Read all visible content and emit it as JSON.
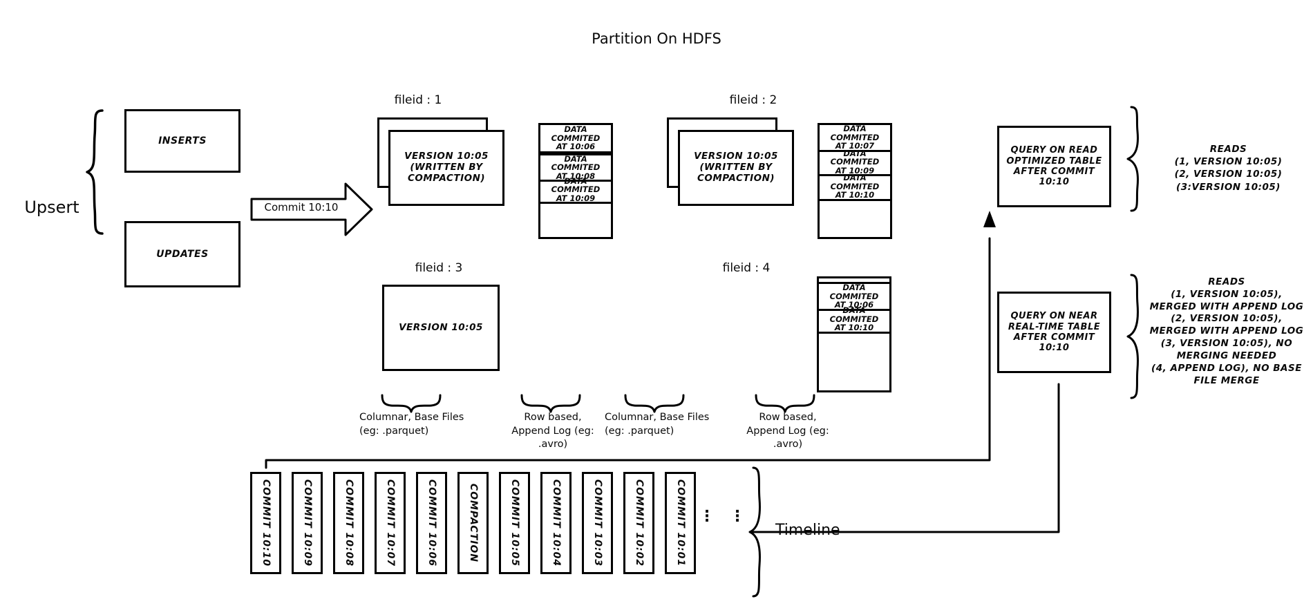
{
  "title": "Partition On HDFS",
  "left": {
    "upsert_label": "Upsert",
    "inserts_label": "INSERTS",
    "updates_label": "UPDATES",
    "commit_arrow_label": "Commit 10:10"
  },
  "file_groups": [
    {
      "id": "fileid-1",
      "header": "fileid : 1",
      "base_file_label": "VERSION 10:05\n(WRITTEN BY\nCOMPACTION)",
      "base_file_line1": "VERSION 10:05",
      "base_file_line2": "(WRITTEN BY",
      "base_file_line3": "COMPACTION)",
      "stacked": true,
      "log_entries": [
        {
          "line1": "DATA COMMITED",
          "line2": "AT 10:06"
        },
        {
          "line1": "DATA COMMITED",
          "line2": "AT 10:08"
        },
        {
          "line1": "DATA COMMITED",
          "line2": "AT 10:09"
        }
      ]
    },
    {
      "id": "fileid-2",
      "header": "fileid : 2",
      "base_file_line1": "VERSION 10:05",
      "base_file_line2": "(WRITTEN BY",
      "base_file_line3": "COMPACTION)",
      "stacked": true,
      "log_entries": [
        {
          "line1": "DATA COMMITED",
          "line2": "AT 10:07"
        },
        {
          "line1": "DATA COMMITED",
          "line2": "AT 10:09"
        },
        {
          "line1": "DATA COMMITED",
          "line2": "AT 10:10"
        }
      ]
    },
    {
      "id": "fileid-3",
      "header": "fileid : 3",
      "base_file_line1": "VERSION 10:05",
      "base_file_line2": "",
      "base_file_line3": "",
      "stacked": false,
      "log_entries": []
    },
    {
      "id": "fileid-4",
      "header": "fileid : 4",
      "base_file_line1": "",
      "base_file_line2": "",
      "base_file_line3": "",
      "stacked": false,
      "log_entries": [
        {
          "line1": "DATA COMMITED",
          "line2": "AT 10:06"
        },
        {
          "line1": "DATA COMMITED",
          "line2": "AT 10:10"
        }
      ]
    }
  ],
  "captions": {
    "base_left_line1": "Columnar, Base Files",
    "base_left_line2": "(eg: .parquet)",
    "log_left_line1": "Row based,",
    "log_left_line2": "Append Log  (eg:",
    "log_left_line3": ".avro)",
    "base_right_line1": "Columnar, Base Files",
    "base_right_line2": "(eg: .parquet)",
    "log_right_line1": "Row based,",
    "log_right_line2": "Append Log  (eg:",
    "log_right_line3": ".avro)"
  },
  "queries": {
    "read_optimized": {
      "line1": "QUERY ON READ",
      "line2": "OPTIMIZED TABLE",
      "line3": "AFTER COMMIT",
      "line4": "10:10"
    },
    "near_real_time": {
      "line1": "QUERY ON NEAR",
      "line2": "REAL-TIME TABLE",
      "line3": "AFTER COMMIT",
      "line4": "10:10"
    }
  },
  "reads": {
    "read_optimized": [
      "READS",
      "(1, VERSION 10:05)",
      "(2, VERSION 10:05)",
      "(3:VERSION 10:05)"
    ],
    "near_real_time": [
      "READS",
      "(1, VERSION 10:05),",
      "MERGED WITH APPEND LOG",
      "(2, VERSION 10:05),",
      "MERGED WITH APPEND LOG",
      "(3, VERSION 10:05), NO",
      "MERGING NEEDED",
      "(4, APPEND LOG), NO BASE",
      "FILE MERGE"
    ]
  },
  "timeline": {
    "label": "Timeline",
    "ellipsis": "⋮",
    "items": [
      "COMMIT  10:10",
      "COMMIT  10:09",
      "COMMIT  10:08",
      "COMMIT  10:07",
      "COMMIT  10:06",
      "COMPACTION",
      "COMMIT  10:05",
      "COMMIT  10:04",
      "COMMIT  10:03",
      "COMMIT  10:02",
      "COMMIT  10:01"
    ]
  },
  "colors": {
    "stroke": "#000000",
    "background": "#ffffff"
  }
}
